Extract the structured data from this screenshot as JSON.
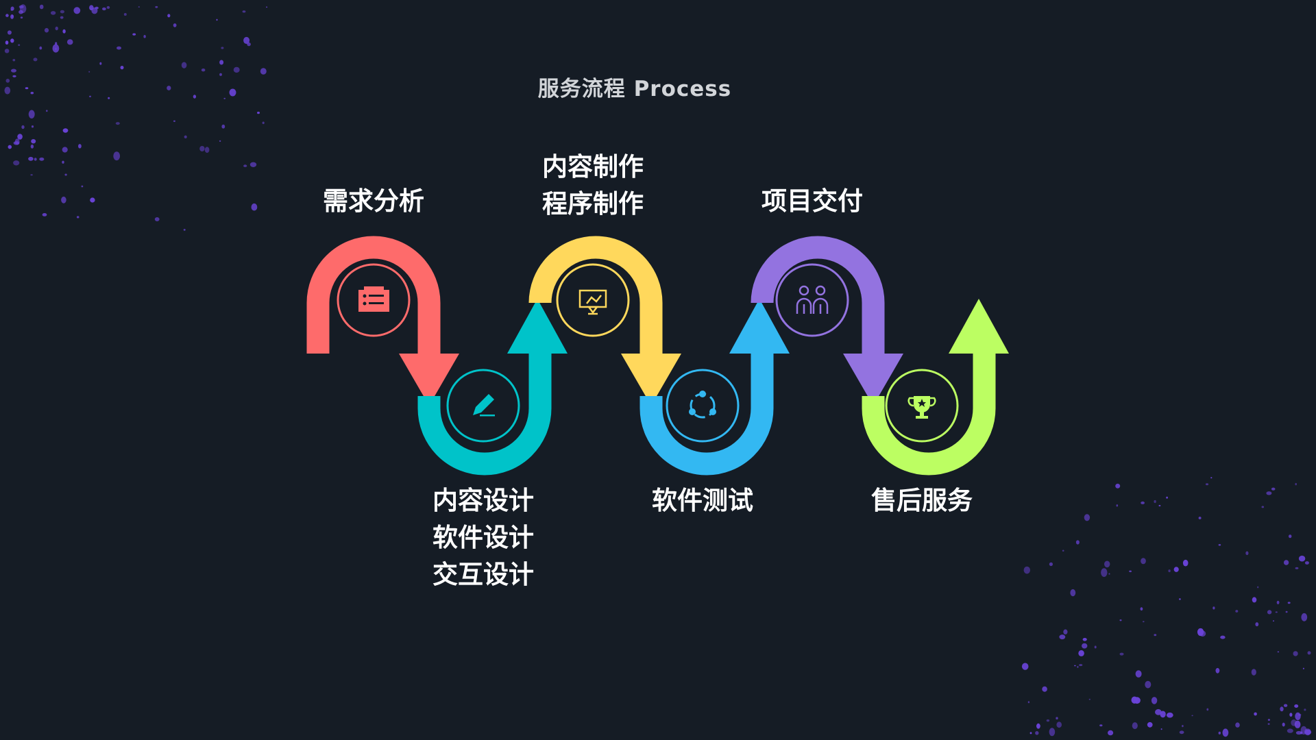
{
  "header": {
    "title": "服务流程 Process"
  },
  "steps": [
    {
      "id": "requirements",
      "lines": [
        "需求分析"
      ],
      "color": "#fe6b6b",
      "icon": "notebook-checklist-icon"
    },
    {
      "id": "design",
      "lines": [
        "内容设计",
        "软件设计",
        "交互设计"
      ],
      "color": "#00c3c9",
      "icon": "pencil-icon"
    },
    {
      "id": "production",
      "lines": [
        "内容制作",
        "程序制作"
      ],
      "color": "#ffd85c",
      "icon": "presentation-board-icon"
    },
    {
      "id": "testing",
      "lines": [
        "软件测试"
      ],
      "color": "#33b8f2",
      "icon": "cycle-network-icon"
    },
    {
      "id": "delivery",
      "lines": [
        "项目交付"
      ],
      "color": "#9373e0",
      "icon": "two-people-icon"
    },
    {
      "id": "after-sales",
      "lines": [
        "售后服务"
      ],
      "color": "#bcfe62",
      "icon": "trophy-icon"
    }
  ],
  "background": "#151c25",
  "splatter_color": "#6a43d8"
}
